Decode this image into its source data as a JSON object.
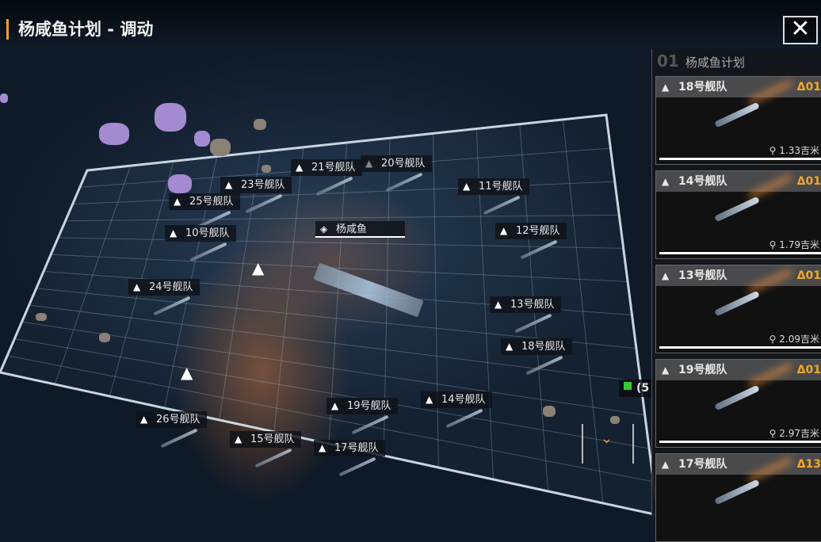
{
  "title": "杨咸鱼计划 - 调动",
  "close_label": "✕",
  "map": {
    "main_label": "杨咸鱼",
    "fleets": [
      {
        "label": "21号舰队",
        "dim": false
      },
      {
        "label": "20号舰队",
        "dim": true
      },
      {
        "label": "23号舰队",
        "dim": false
      },
      {
        "label": "11号舰队",
        "dim": false
      },
      {
        "label": "25号舰队",
        "dim": false
      },
      {
        "label": "10号舰队",
        "dim": false
      },
      {
        "label": "12号舰队",
        "dim": false
      },
      {
        "label": "24号舰队",
        "dim": false
      },
      {
        "label": "13号舰队",
        "dim": false
      },
      {
        "label": "18号舰队",
        "dim": false
      },
      {
        "label": "14号舰队",
        "dim": false
      },
      {
        "label": "19号舰队",
        "dim": false
      },
      {
        "label": "26号舰队",
        "dim": false
      },
      {
        "label": "15号舰队",
        "dim": false
      },
      {
        "label": "17号舰队",
        "dim": false
      }
    ],
    "flag_text": "(5"
  },
  "panel": {
    "index": "01",
    "title": "杨咸鱼计划",
    "cards": [
      {
        "name": "18号舰队",
        "level": "Δ01",
        "distance": "1.33吉米"
      },
      {
        "name": "14号舰队",
        "level": "Δ01",
        "distance": "1.79吉米"
      },
      {
        "name": "13号舰队",
        "level": "Δ01",
        "distance": "2.09吉米"
      },
      {
        "name": "19号舰队",
        "level": "Δ01",
        "distance": "2.97吉米"
      },
      {
        "name": "17号舰队",
        "level": "Δ13",
        "distance": ""
      }
    ]
  },
  "colors": {
    "accent": "#f0a020",
    "level": "#f0a828"
  }
}
